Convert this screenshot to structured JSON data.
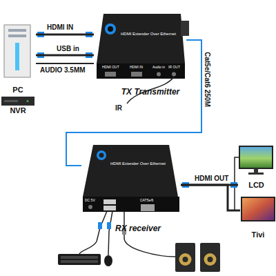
{
  "diagram": {
    "nodes": [
      {
        "text": [
          "PC"
        ]
      },
      {
        "text": [
          "NVR"
        ]
      },
      {
        "text": [
          "TX Transmitter"
        ]
      },
      {
        "text": [
          "RX receiver"
        ]
      },
      {
        "text": [
          "LCD"
        ]
      },
      {
        "text": [
          "Tivi"
        ]
      }
    ],
    "edges": [
      {
        "from": 0,
        "to": 2,
        "arrow": "none",
        "label": "HDMI IN"
      },
      {
        "from": 0,
        "to": 2,
        "arrow": "none",
        "label": "USB in"
      },
      {
        "from": 0,
        "to": 2,
        "arrow": "none",
        "label": "AUDIO 3.5MM"
      },
      {
        "from": 2,
        "to": 3,
        "arrow": "none",
        "label": "Cat5e/Cat6 250M"
      },
      {
        "from": 3,
        "to": 4,
        "arrow": "none",
        "label": "HDMI OUT"
      },
      {
        "from": 3,
        "to": 5,
        "arrow": "none"
      }
    ],
    "labels": [
      "HDMI Extender Over Ethernet",
      "HDMI OUT",
      "HDMI IN",
      "Audio in",
      "IR OUT",
      "IR",
      "HDMI Extender Over Ethernet",
      "DC 5V",
      "CAT5e/6"
    ]
  }
}
